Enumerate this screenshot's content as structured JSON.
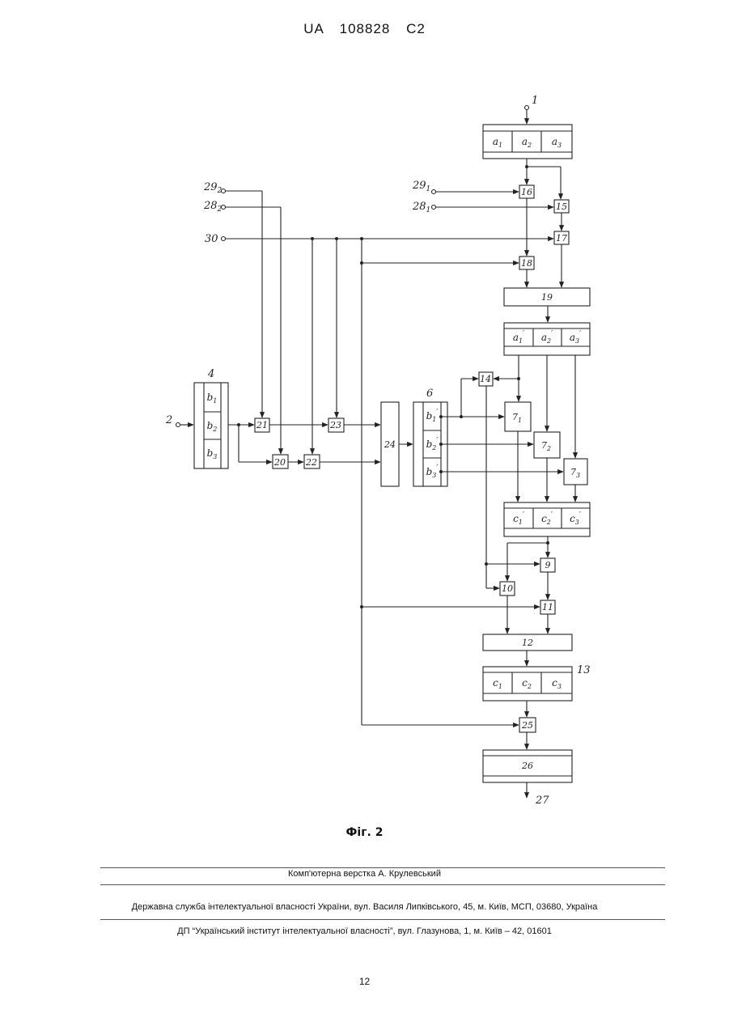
{
  "header": {
    "country": "UA",
    "number": "108828",
    "kind": "C2"
  },
  "figure_caption": "Фіг. 2",
  "blocks": {
    "b1": "1",
    "b2": "2",
    "b4": "4",
    "b6": "6",
    "b9": "9",
    "b10": "10",
    "b11": "11",
    "b12": "12",
    "b13": "13",
    "b14": "14",
    "b15": "15",
    "b16": "16",
    "b17": "17",
    "b18": "18",
    "b19": "19",
    "b20": "20",
    "b21": "21",
    "b22": "22",
    "b23": "23",
    "b24": "24",
    "b25": "25",
    "b26": "26",
    "b27": "27",
    "b30": "30",
    "b7_1": "7",
    "b7_2": "7",
    "b7_3": "7",
    "in28_1": "28",
    "in28_2": "28",
    "in29_1": "29",
    "in29_2": "29",
    "sub1": "1",
    "sub2": "2",
    "sub3": "3"
  },
  "registers": {
    "a": [
      "a",
      "a",
      "a"
    ],
    "a_prime": [
      "a",
      "a",
      "a"
    ],
    "b": [
      "b",
      "b",
      "b"
    ],
    "b_prime": [
      "b",
      "b",
      "b"
    ],
    "c_prime": [
      "c",
      "c",
      "c"
    ],
    "c": [
      "c",
      "c",
      "c"
    ],
    "prime_mark": "′"
  },
  "footer": {
    "layout_credit": "Комп'ютерна верстка А. Крулевський",
    "agency": "Державна служба інтелектуальної власності України, вул. Василя Липківського, 45, м. Київ, МСП, 03680, Україна",
    "institute": "ДП “Український інститут інтелектуальної власності”, вул. Глазунова, 1, м. Київ – 42, 01601"
  },
  "page_number": "12"
}
